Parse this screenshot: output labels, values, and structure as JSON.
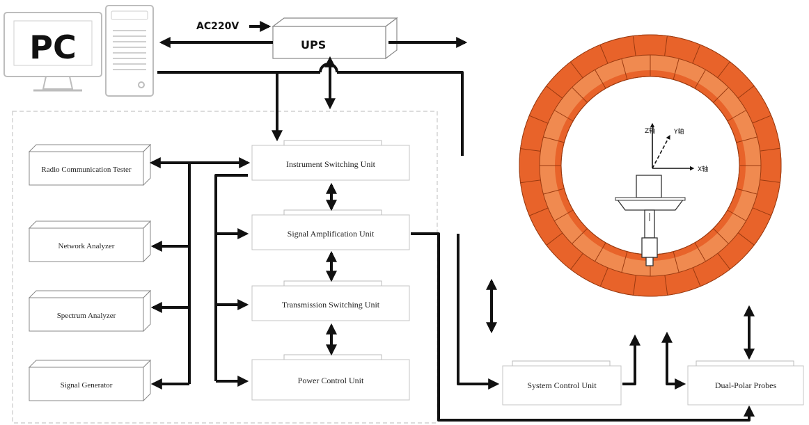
{
  "pc": {
    "label": "PC"
  },
  "power": {
    "ac_label": "AC220V",
    "ups_label": "UPS"
  },
  "instruments": [
    {
      "label": "Radio Communication Tester"
    },
    {
      "label": "Network Analyzer"
    },
    {
      "label": "Spectrum Analyzer"
    },
    {
      "label": "Signal Generator"
    }
  ],
  "units": [
    {
      "label": "Instrument Switching Unit"
    },
    {
      "label": "Signal Amplification Unit"
    },
    {
      "label": "Transmission Switching Unit"
    },
    {
      "label": "Power Control Unit"
    }
  ],
  "control": {
    "system_control_label": "System Control Unit",
    "probes_label": "Dual-Polar Probes"
  },
  "axes": {
    "z_label": "Z轴",
    "y_label": "Y轴",
    "x_label": "X轴"
  },
  "colors": {
    "ring_outer": "#e8632a",
    "ring_inner": "#f08a50",
    "line": "#111111",
    "box_stroke": "#bbbbbb"
  }
}
